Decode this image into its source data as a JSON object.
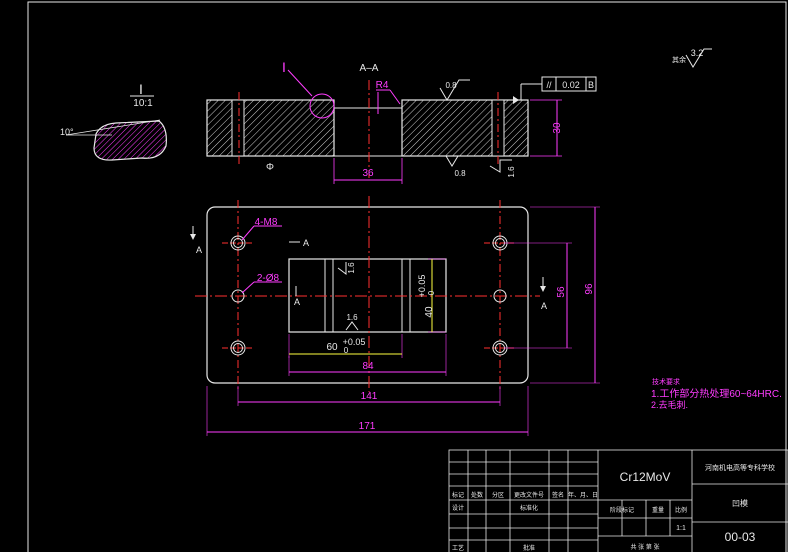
{
  "drawing": {
    "section_title": "A–A",
    "detail_label": "I",
    "detail_scale": "10:1",
    "detail_angle": "10°",
    "surface_finish_general": "3.2",
    "surface_finish_general_prefix": "其余",
    "tolerance_frame": {
      "symbol": "//",
      "value": "0.02",
      "datum": "B"
    },
    "section_dims": {
      "radius": "R4",
      "roughness_top": "0.8",
      "roughness_bottom": "0.8",
      "roughness_side": "1.6",
      "height": "30",
      "slot_width": "36"
    },
    "plan_dims": {
      "holes_4": "4-M8",
      "holes_2": "2-Ø8",
      "roughness_pocket_1": "1.6",
      "roughness_pocket_2": "1.6",
      "pocket_height": "40",
      "pocket_height_tol": "+0.05",
      "pocket_height_tol_low": "0",
      "pocket_width": "60",
      "pocket_width_tol": "+0.05",
      "pocket_width_tol_low": "0",
      "width_84": "84",
      "width_141": "141",
      "width_171": "171",
      "height_56": "56",
      "height_96": "96",
      "section_mark": "A"
    },
    "notes": {
      "title": "技术要求",
      "line1": "1.工作部分热处理60~64HRC.",
      "line2": "2.去毛刺."
    }
  },
  "title_block": {
    "material": "Cr12MoV",
    "school": "河南机电高等专科学校",
    "part_name": "凹模",
    "drawing_no": "00-03",
    "scale_label": "比例",
    "scale": "1:1",
    "weight_label": "重量",
    "stage_label": "阶段标记",
    "sheet_info": "共  张  第  张",
    "h_mark": "标记",
    "h_count": "处数",
    "h_zone": "分区",
    "h_change": "更改文件号",
    "h_sign": "签名",
    "h_date": "年、月、日",
    "design": "设计",
    "standard": "标准化",
    "process": "工艺",
    "approve": "批准"
  }
}
